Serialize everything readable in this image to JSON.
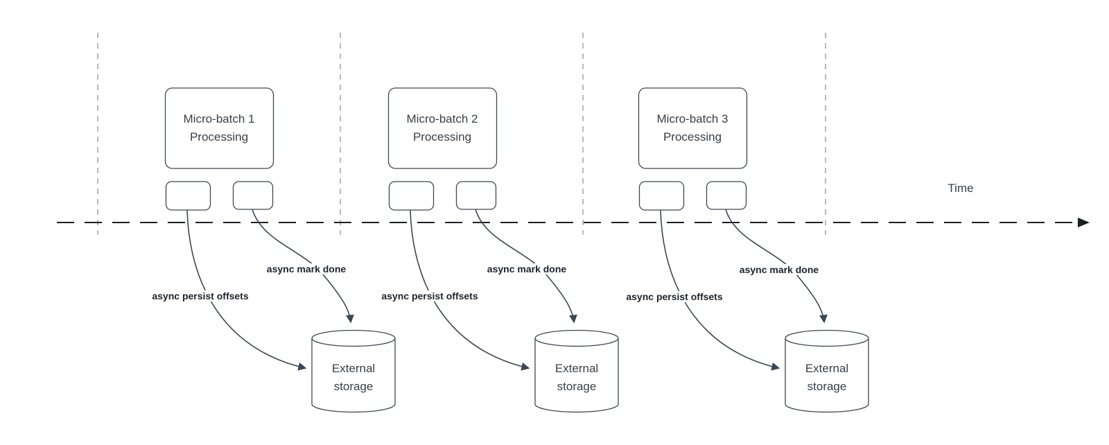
{
  "axis": {
    "time_label": "Time"
  },
  "columns": [
    {
      "box_line1": "Micro-batch 1",
      "box_line2": "Processing",
      "persist_arrow_label": "async persist offsets",
      "done_arrow_label": "async mark done",
      "storage_line1": "External",
      "storage_line2": "storage"
    },
    {
      "box_line1": "Micro-batch 2",
      "box_line2": "Processing",
      "persist_arrow_label": "async persist offsets",
      "done_arrow_label": "async mark done",
      "storage_line1": "External",
      "storage_line2": "storage"
    },
    {
      "box_line1": "Micro-batch 3",
      "box_line2": "Processing",
      "persist_arrow_label": "async persist offsets",
      "done_arrow_label": "async mark done",
      "storage_line1": "External",
      "storage_line2": "storage"
    }
  ],
  "colors": {
    "background": "#ffffff",
    "shape_stroke": "#3e4651",
    "axis_stroke": "#1b1e22",
    "guide_stroke": "#aeaeae",
    "title_text": "#383e46",
    "bold_label_text": "#1d222a"
  }
}
